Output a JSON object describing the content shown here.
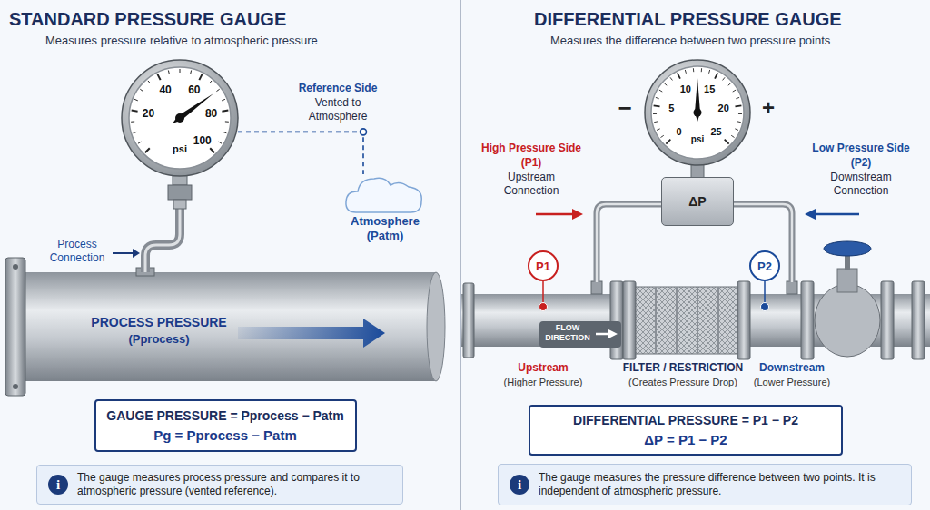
{
  "diagram": {
    "nodes": [
      {
        "text": [
          "STANDARD PRESSURE GAUGE",
          "Measures pressure relative to atmospheric pressure"
        ]
      },
      {
        "text": [
          "20",
          "40",
          "60",
          "80",
          "100",
          "psi"
        ],
        "in": 0
      },
      {
        "text": [
          "Atmosphere (Patm)"
        ],
        "in": 0
      },
      {
        "text": [
          "GAUGE PRESSURE = Pprocess − Patm",
          "Pg = Pprocess − Patm"
        ],
        "in": 0
      },
      {
        "text": [
          "i",
          "The gauge measures process pressure and compares it to atmospheric pressure (vented reference)."
        ],
        "in": 0
      },
      {
        "text": [
          "DIFFERENTIAL PRESSURE GAUGE",
          "Measures the difference between two pressure points"
        ]
      },
      {
        "text": [
          "0",
          "5",
          "10",
          "15",
          "20",
          "25",
          "psi"
        ],
        "in": 5
      },
      {
        "text": [
          "ΔP"
        ],
        "in": 5
      },
      {
        "text": [
          "P1"
        ],
        "in": 5
      },
      {
        "text": [
          "P2"
        ],
        "in": 5
      },
      {
        "text": [
          "DIFFERENTIAL PRESSURE = P1 − P2",
          "ΔP = P1 − P2"
        ],
        "in": 5
      },
      {
        "text": [
          "i",
          "The gauge measures the pressure difference between two points. It is independent of atmospheric pressure."
        ],
        "in": 5
      }
    ],
    "edges": [
      {
        "from": 1,
        "to": 2,
        "arrow": "none"
      }
    ],
    "labels": [
      "Reference Side",
      "Vented to Atmosphere",
      "Process Connection",
      "PROCESS PRESSURE",
      "(Pprocess)",
      "High Pressure Side",
      "(P1)",
      "Upstream Connection",
      "Low Pressure Side",
      "(P2)",
      "Downstream Connection",
      "−",
      "+",
      "FLOW DIRECTION",
      "Upstream",
      "(Higher Pressure)",
      "FILTER / RESTRICTION",
      "(Creates Pressure Drop)",
      "Downstream",
      "(Lower Pressure)"
    ]
  }
}
